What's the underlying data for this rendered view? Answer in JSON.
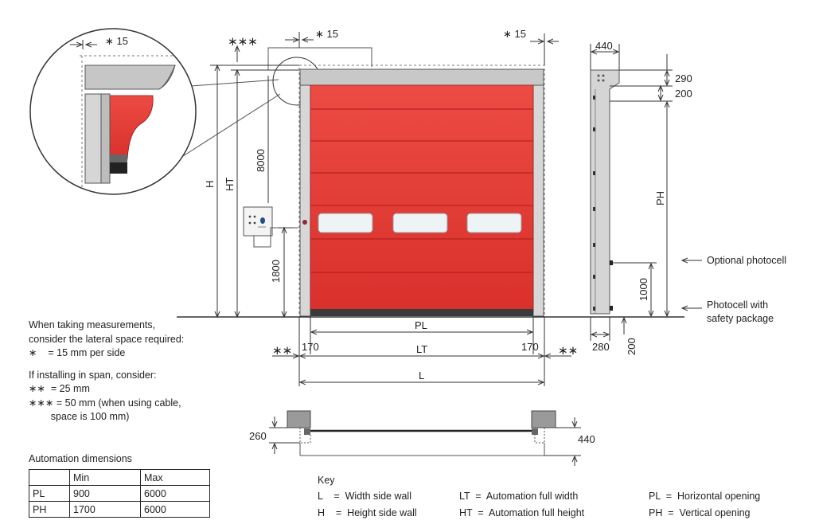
{
  "dims": {
    "star15_detail": "∗ 15",
    "star15_left": "∗ 15",
    "star15_right": "∗ 15",
    "triple_star": "∗∗∗",
    "h": "H",
    "ht": "HT",
    "d8000": "8000",
    "d1800": "1800",
    "pl": "PL",
    "lt": "LT",
    "l": "L",
    "d170_left": "170",
    "d170_right": "170",
    "double_star_left": "∗∗",
    "double_star_right": "∗∗",
    "d440_side": "440",
    "d290": "290",
    "d200_top": "200",
    "ph": "PH",
    "d1000": "1000",
    "d280": "280",
    "d200_bottom": "200",
    "d260": "260",
    "d440_plan": "440"
  },
  "callouts": {
    "optional_photocell": "Optional photocell",
    "photocell_safety_1": "Photocell with",
    "photocell_safety_2": "safety package"
  },
  "notes": {
    "line1": "When taking measurements,",
    "line2": "consider the lateral space required:",
    "line3": "∗    = 15 mm per side",
    "line4": "If installing in span, consider:",
    "line5": "∗∗  = 25 mm",
    "line6": "∗∗∗ = 50 mm (when using cable,",
    "line7": "        space is 100 mm)"
  },
  "automation": {
    "title": "Automation dimensions",
    "headers": [
      "",
      "Min",
      "Max"
    ],
    "rows": [
      [
        "PL",
        "900",
        "6000"
      ],
      [
        "PH",
        "1700",
        "6000"
      ]
    ]
  },
  "key": {
    "title": "Key",
    "rows": [
      [
        "L    =  Width side wall",
        "LT  =  Automation full width",
        "PL  =  Horizontal opening"
      ],
      [
        "H    =  Height side wall",
        "HT  =  Automation full height",
        "PH  =  Vertical opening"
      ]
    ]
  },
  "colors": {
    "door_red": "#e33a35",
    "frame_grey": "#c9c9c9",
    "line": "#333333"
  }
}
